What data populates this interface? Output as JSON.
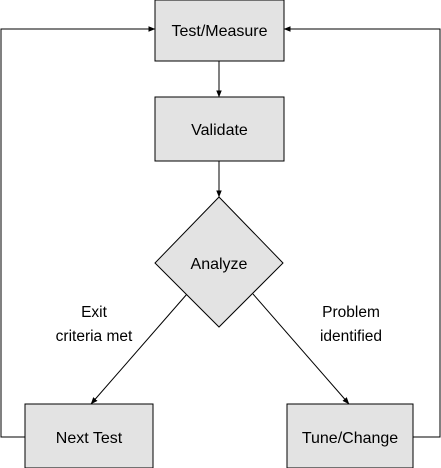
{
  "diagram": {
    "nodes": {
      "test_measure": "Test/Measure",
      "validate": "Validate",
      "analyze": "Analyze",
      "next_test": "Next Test",
      "tune_change": "Tune/Change"
    },
    "edge_labels": {
      "exit_line1": "Exit",
      "exit_line2": "criteria met",
      "problem_line1": "Problem",
      "problem_line2": "identified"
    },
    "colors": {
      "box_fill": "#e3e3e3",
      "stroke": "#000000",
      "background": "#ffffff"
    }
  }
}
